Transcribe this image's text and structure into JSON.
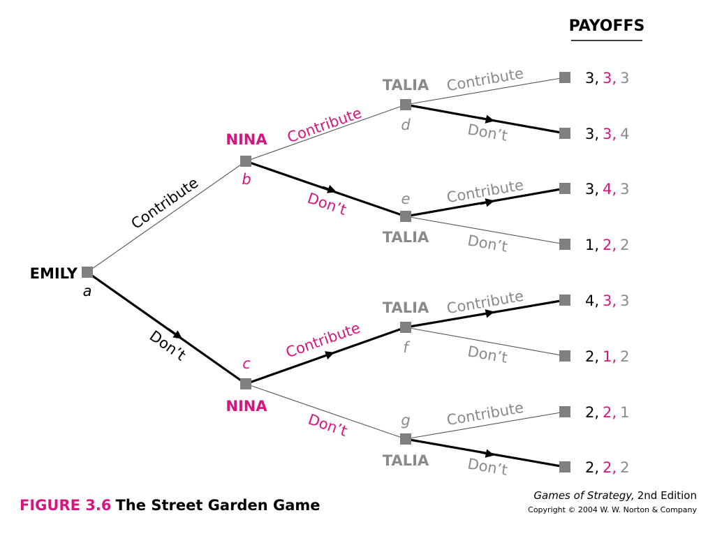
{
  "colors": {
    "black": "#000000",
    "magenta": "#d6157f",
    "gray": "#8a8a8a",
    "node": "#808080"
  },
  "payoffs_header": "PAYOFFS",
  "players": {
    "emily": "EMILY",
    "nina_top": "NINA",
    "nina_bottom": "NINA",
    "talia_d": "TALIA",
    "talia_e": "TALIA",
    "talia_f": "TALIA",
    "talia_g": "TALIA"
  },
  "node_labels": {
    "a": "a",
    "b": "b",
    "c": "c",
    "d": "d",
    "e": "e",
    "f": "f",
    "g": "g"
  },
  "edges": {
    "a_b": "Contribute",
    "a_c": "Don’t",
    "b_d": "Contribute",
    "b_e": "Don’t",
    "c_f": "Contribute",
    "c_g": "Don’t",
    "d_1": "Contribute",
    "d_2": "Don’t",
    "e_3": "Contribute",
    "e_4": "Don’t",
    "f_5": "Contribute",
    "f_6": "Don’t",
    "g_7": "Contribute",
    "g_8": "Don’t"
  },
  "payoffs": [
    {
      "emily": "3,",
      "nina": "3,",
      "talia": "3"
    },
    {
      "emily": "3,",
      "nina": "3,",
      "talia": "4"
    },
    {
      "emily": "3,",
      "nina": "4,",
      "talia": "3"
    },
    {
      "emily": "1,",
      "nina": "2,",
      "talia": "2"
    },
    {
      "emily": "4,",
      "nina": "3,",
      "talia": "3"
    },
    {
      "emily": "2,",
      "nina": "1,",
      "talia": "2"
    },
    {
      "emily": "2,",
      "nina": "2,",
      "talia": "1"
    },
    {
      "emily": "2,",
      "nina": "2,",
      "talia": "2"
    }
  ],
  "caption": {
    "figure_number": "FIGURE 3.6",
    "title": "The Street Garden Game"
  },
  "credit": {
    "book": "Games of Strategy,",
    "edition": "2nd Edition",
    "copyright": "Copyright © 2004 W. W. Norton & Company"
  }
}
